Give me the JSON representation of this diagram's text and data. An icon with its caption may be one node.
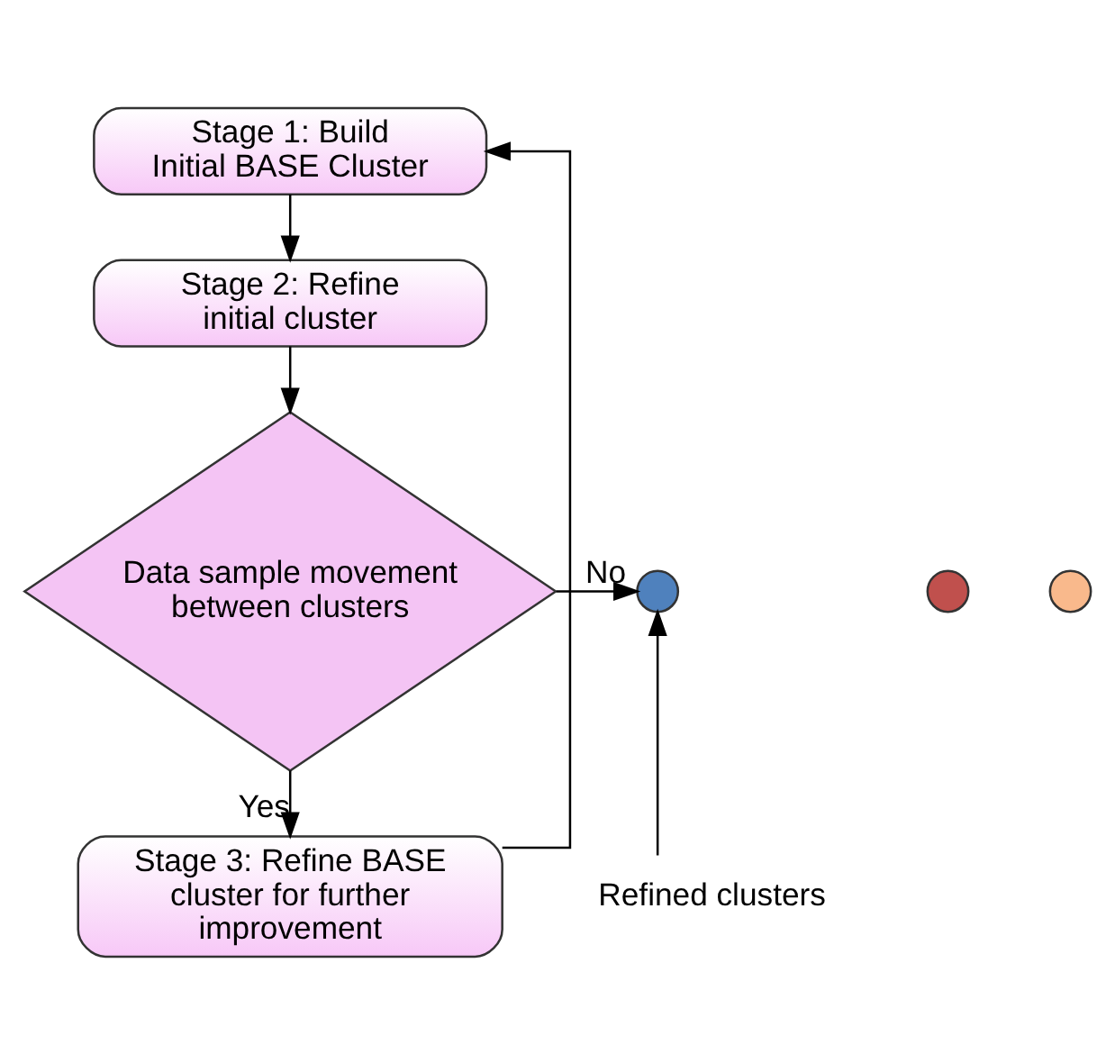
{
  "diagram": {
    "nodes": [
      {
        "text": [
          "Stage 1: Build Initial BASE Cluster"
        ]
      },
      {
        "text": [
          "Stage 2: Refine initial cluster"
        ]
      },
      {
        "text": [
          "Data sample movement between clusters"
        ]
      },
      {
        "text": [
          "Stage 3: Refine BASE cluster for further improvement"
        ]
      },
      {
        "text": [],
        "shape": "circle"
      },
      {
        "text": [],
        "shape": "circle"
      },
      {
        "text": [],
        "shape": "circle"
      },
      {
        "text": [
          "Refined clusters"
        ]
      }
    ],
    "edges": [
      {
        "from": 0,
        "to": 1,
        "arrow": "to"
      },
      {
        "from": 1,
        "to": 2,
        "arrow": "to"
      },
      {
        "from": 2,
        "to": 4,
        "arrow": "to",
        "label": "No"
      },
      {
        "from": 2,
        "to": 3,
        "arrow": "to",
        "label": "Yes"
      },
      {
        "from": 3,
        "to": 0,
        "arrow": "to"
      },
      {
        "from": 7,
        "to": 4,
        "arrow": "to"
      }
    ]
  }
}
